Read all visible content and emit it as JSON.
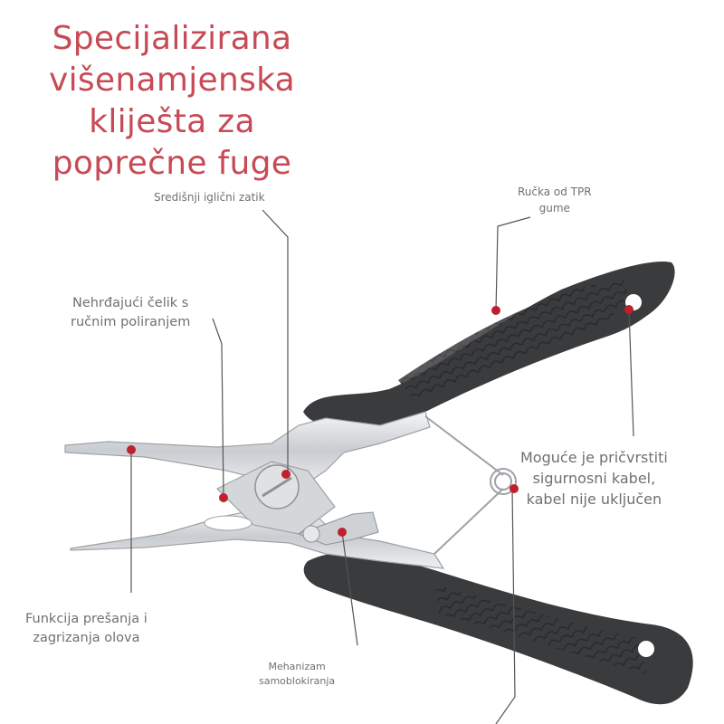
{
  "title": {
    "lines": [
      "Specijalizirana",
      "višenamjenska",
      "kliješta za",
      "poprečne fuge"
    ]
  },
  "callouts": {
    "center_pin": "Središnji iglični zatik",
    "tpr_handle": [
      "Ručka od TPR",
      "gume"
    ],
    "steel": [
      "Nehrđajući čelik s",
      "ručnim poliranjem"
    ],
    "safety_cable": [
      "Moguće je pričvrstiti",
      "sigurnosni kabel,",
      "kabel nije uključen"
    ],
    "crimp": [
      "Funkcija prešanja i",
      "zagrizanja olova"
    ],
    "lock": [
      "Mehanizam",
      "samoblokiranja"
    ]
  },
  "colors": {
    "title": "#c84a55",
    "callout_text": "#707070",
    "leader_line": "#555555",
    "marker_dot": "#c0202e",
    "handle": "#3a3b3d",
    "steel": "#d8dadc"
  }
}
